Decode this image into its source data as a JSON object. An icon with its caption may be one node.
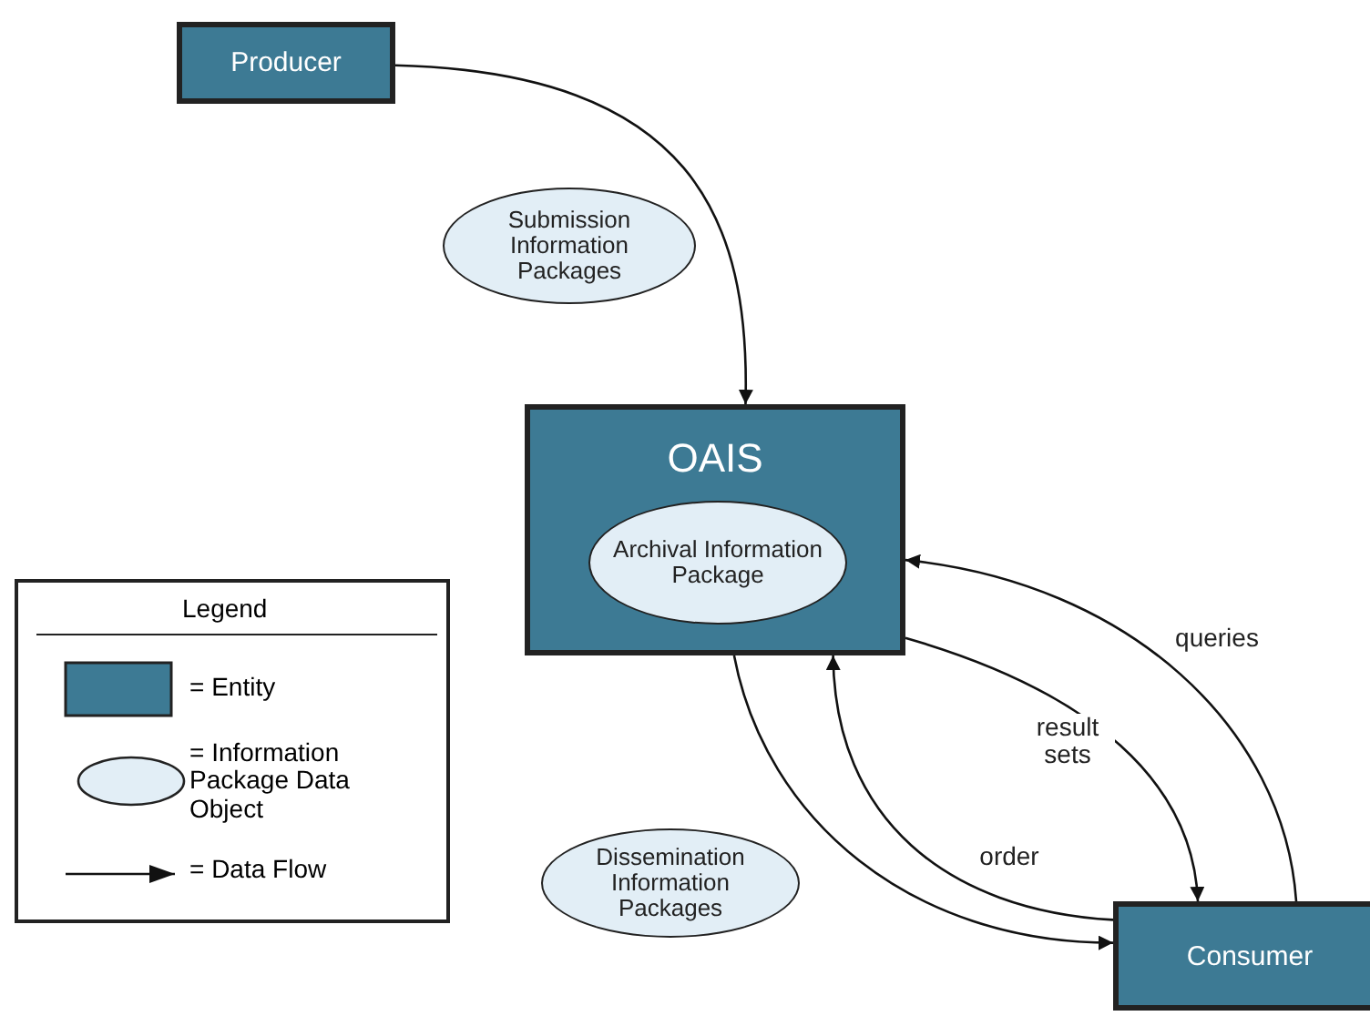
{
  "diagram": {
    "nodes": [
      {
        "text": [
          "Producer"
        ]
      },
      {
        "text": [
          "Submission Information Packages"
        ]
      },
      {
        "text": [
          "OAIS"
        ]
      },
      {
        "text": [
          "Archival Information Package"
        ],
        "in": 2
      },
      {
        "text": [
          "Dissemination Information Packages"
        ]
      },
      {
        "text": [
          "Consumer"
        ]
      }
    ],
    "edges": [
      {
        "from": 0,
        "to": 2,
        "arrow": "to"
      },
      {
        "from": 2,
        "to": 5,
        "arrow": "to"
      },
      {
        "from": 2,
        "to": 5,
        "arrow": "to",
        "label": "result sets"
      },
      {
        "from": 5,
        "to": 2,
        "arrow": "to",
        "label": "order"
      },
      {
        "from": 5,
        "to": 2,
        "arrow": "to",
        "label": "queries"
      }
    ],
    "labels": [
      "Legend"
    ],
    "legend": [
      {
        "text": "= Entity",
        "color": "#3d7a94"
      },
      {
        "text": "= Information Package Data Object"
      },
      {
        "text": "= Data Flow"
      }
    ]
  }
}
